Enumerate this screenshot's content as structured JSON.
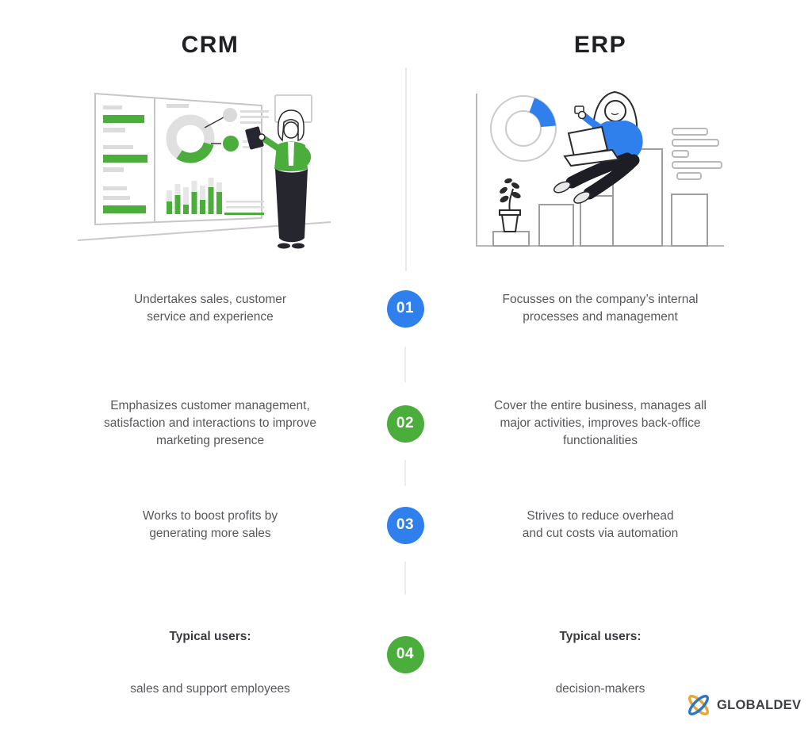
{
  "header": {
    "left_title": "CRM",
    "right_title": "ERP"
  },
  "colors": {
    "blue": "#2f80ed",
    "green": "#4bae3c",
    "body_text": "#57585c",
    "heading_text": "#1f2023",
    "divider": "#e9e9e9"
  },
  "illustrations": {
    "left": "person-presenting-dashboard-illustration",
    "right": "woman-with-laptop-on-bar-chart-illustration"
  },
  "rows": [
    {
      "number": "01",
      "circle_color": "#2f80ed",
      "left": "Undertakes sales, customer\nservice and experience",
      "right": "Focusses on the company’s internal\nprocesses and management"
    },
    {
      "number": "02",
      "circle_color": "#4bae3c",
      "left": "Emphasizes customer management,\nsatisfaction and interactions to improve\nmarketing presence",
      "right": "Cover the entire business, manages all\nmajor activities, improves back-office\nfunctionalities"
    },
    {
      "number": "03",
      "circle_color": "#2f80ed",
      "left": "Works to boost profits by\ngenerating more sales",
      "right": "Strives to reduce overhead\nand cut costs via automation"
    },
    {
      "number": "04",
      "circle_color": "#4bae3c",
      "left_title": "Typical users:",
      "left_body": "sales and support employees",
      "right_title": "Typical users:",
      "right_body": "decision-makers"
    }
  ],
  "footer": {
    "brand": "GLOBALDEV"
  }
}
